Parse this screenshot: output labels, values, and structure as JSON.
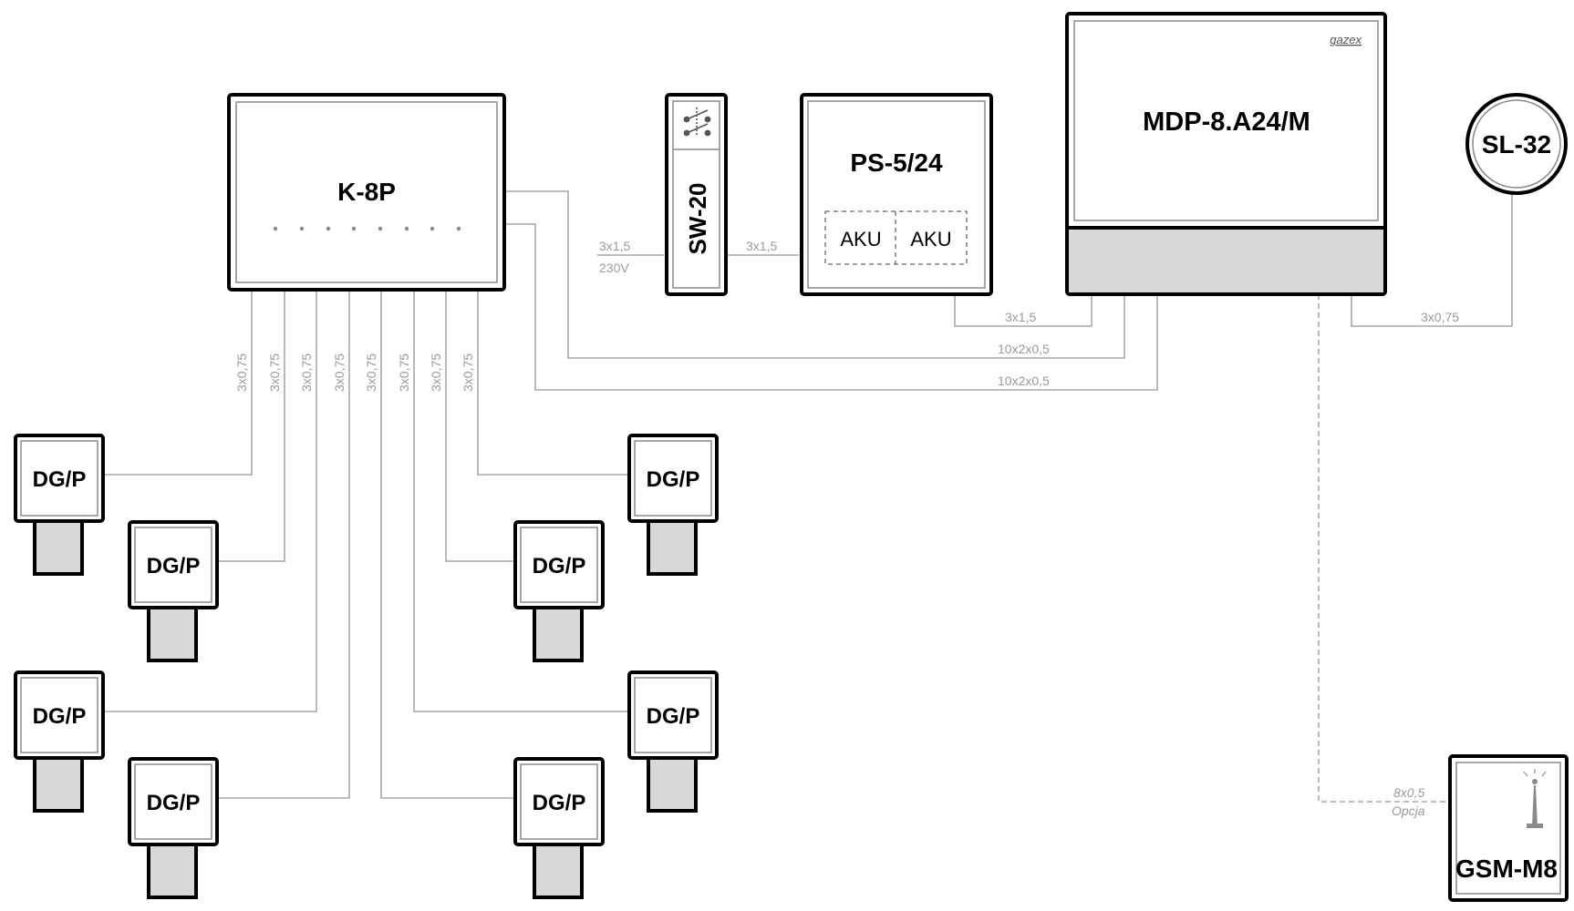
{
  "devices": {
    "controller": "K-8P",
    "switch": "SW-20",
    "power_supply": "PS-5/24",
    "battery_1": "AKU",
    "battery_2": "AKU",
    "module": "MDP-8.A24/M",
    "brand": "gazex",
    "signaller": "SL-32",
    "gsm": "GSM-M8",
    "detector": "DG/P"
  },
  "cables": {
    "mains_in": "3x1,5",
    "mains_voltage": "230V",
    "switch_to_psu": "3x1,5",
    "psu_to_module": "3x1,5",
    "controller_to_module_1": "10x2x0,5",
    "controller_to_module_2": "10x2x0,5",
    "module_to_signaller": "3x0,75",
    "module_to_gsm": "8x0,5",
    "gsm_optional": "Opcja",
    "detector_lines": [
      "3x0,75",
      "3x0,75",
      "3x0,75",
      "3x0,75",
      "3x0,75",
      "3x0,75",
      "3x0,75",
      "3x0,75"
    ]
  },
  "colors": {
    "outline": "#000000",
    "wire": "#a8a8a8",
    "module_footer": "#d8d8d8"
  }
}
